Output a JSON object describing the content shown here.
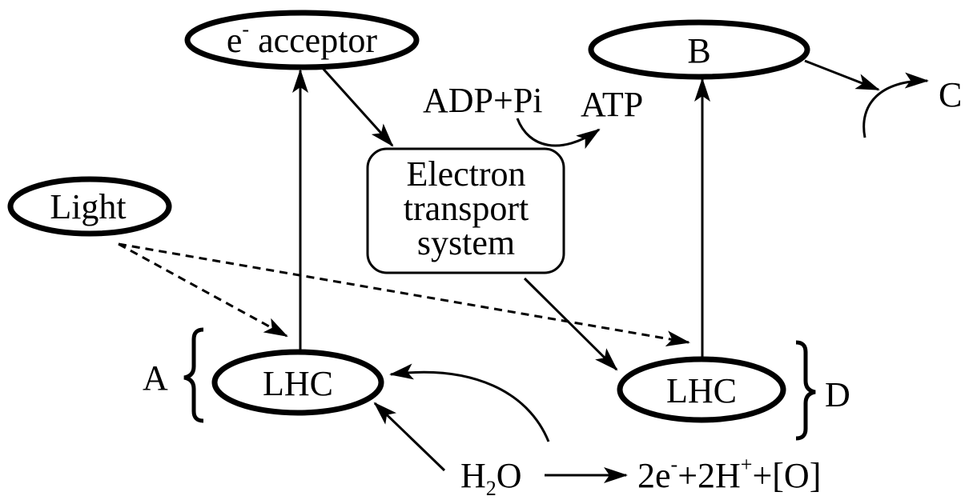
{
  "nodes": {
    "e_acceptor": {
      "base": "e",
      "sup": "-",
      "rest": " acceptor"
    },
    "b": {
      "label": "B"
    },
    "light": {
      "label": "Light"
    },
    "ets": {
      "lines": [
        "Electron",
        "transport",
        "system"
      ]
    },
    "lhc_left": {
      "label": "LHC"
    },
    "lhc_right": {
      "label": "LHC"
    }
  },
  "labels": {
    "adp_pi": "ADP+Pi",
    "atp": "ATP",
    "c": "C",
    "a": "A",
    "d": "D",
    "water": {
      "h": "H",
      "sub": "2",
      "o": "O"
    },
    "products": {
      "p1": "2e",
      "s1": "-",
      "p2": "+2H",
      "s2": "+",
      "p3": "+[O]"
    }
  },
  "colors": {
    "stroke": "#000000",
    "background": "#ffffff"
  }
}
